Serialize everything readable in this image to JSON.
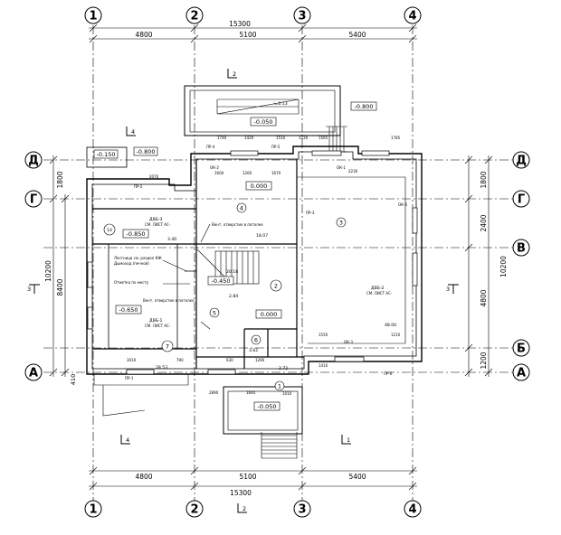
{
  "axes": {
    "columns": [
      "1",
      "2",
      "3",
      "4"
    ],
    "rows": [
      "Д",
      "Г",
      "В",
      "Б",
      "А"
    ]
  },
  "dimensions": {
    "overall_width": "15300",
    "column_spans": [
      "4800",
      "5100",
      "5400"
    ],
    "overall_depth": "10200",
    "left_span": "8400",
    "row_spans_right": [
      "1800",
      "2400",
      "4800",
      "1200"
    ],
    "row_spans_left": [
      "1800",
      "410"
    ],
    "wall_dims": [
      "1740",
      "1420",
      "1510",
      "1220",
      "1565",
      "1785",
      "2070",
      "1600",
      "1260",
      "1670",
      "2230",
      "1210",
      "1010",
      "1550",
      "2890",
      "1410",
      "1640",
      "3010",
      "790",
      "630",
      "1290"
    ]
  },
  "elevations": {
    "porch_north": "-0.050",
    "north_outer": "-0.800",
    "west_top": "-0.150",
    "west_top2": "-0.800",
    "room14": "-0.850",
    "room4": "0.000",
    "room2": "0.000",
    "stair": "-0.450",
    "room7": "-0.650",
    "porch_south": "-0.050",
    "ramp": "i=0.13"
  },
  "rooms": [
    {
      "num": "1"
    },
    {
      "num": "2"
    },
    {
      "num": "3"
    },
    {
      "num": "4"
    },
    {
      "num": "5"
    },
    {
      "num": "6"
    },
    {
      "num": "7"
    },
    {
      "num": "14"
    }
  ],
  "room_areas": [
    "3.40",
    "20.18",
    "48.00",
    "18.07",
    "3.62",
    "2.72",
    "28.53",
    "2.84"
  ],
  "sections": [
    {
      "label": "2"
    },
    {
      "label": "4"
    },
    {
      "label": "3"
    },
    {
      "label": "3"
    },
    {
      "label": "4"
    },
    {
      "label": "1"
    },
    {
      "label": "2"
    }
  ],
  "openings": {
    "window_marks": [
      "ОК-2",
      "ОК-1",
      "ОК-3",
      "ОК-4"
    ],
    "jumper_marks": [
      "ПР-4",
      "ПР-5",
      "ПР-3",
      "ПР-2",
      "ПР-1",
      "ПР-6"
    ],
    "door_blocks": [
      "ДВБ-2",
      "ДВБ-1",
      "ДВБ-3"
    ],
    "sheet_ref": "СМ. ЛИСТ АС-"
  },
  "notes": {
    "vent_top": "Вент. отверстие в потолке",
    "vent_bottom": "Вент. отверстие в потолке",
    "stair_note": "Лестница см. раздел КЖ",
    "heater_note": "Дымоход (печной)",
    "sump_note": "Отметка по месту"
  },
  "colors": {
    "line": "#000000",
    "background": "#ffffff"
  }
}
